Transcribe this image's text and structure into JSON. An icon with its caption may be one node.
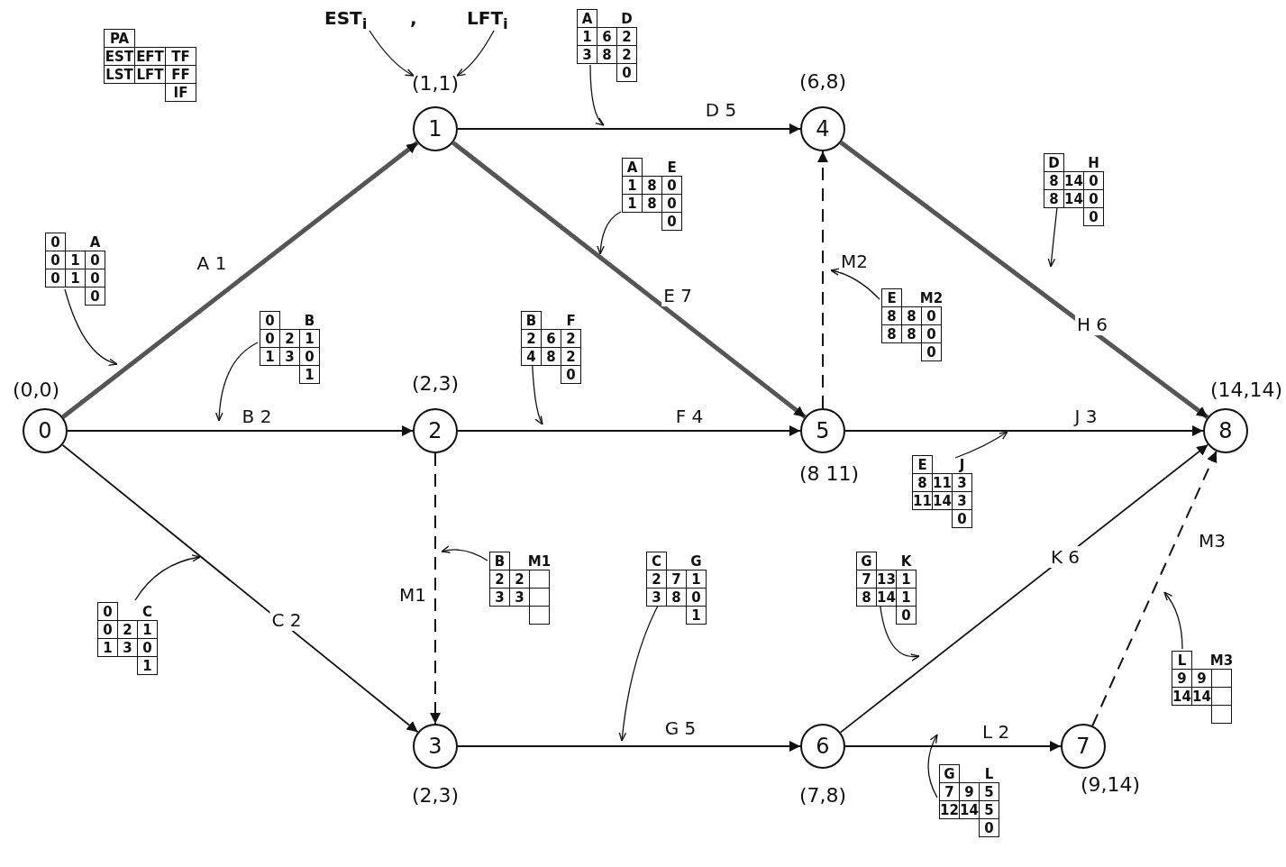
{
  "diagram": {
    "nodes": [
      {
        "text": [
          "0"
        ],
        "beside": [
          "(0,0)"
        ]
      },
      {
        "text": [
          "1"
        ],
        "beside": [
          "(1,1)"
        ]
      },
      {
        "text": [
          "2"
        ],
        "beside": [
          "(2,3)"
        ]
      },
      {
        "text": [
          "3"
        ],
        "beside": [
          "(2,3)"
        ]
      },
      {
        "text": [
          "4"
        ],
        "beside": [
          "(6,8)"
        ]
      },
      {
        "text": [
          "5"
        ],
        "beside": [
          "(8 11)"
        ]
      },
      {
        "text": [
          "6"
        ],
        "beside": [
          "(7,8)"
        ]
      },
      {
        "text": [
          "7"
        ],
        "beside": [
          "(9,14)"
        ]
      },
      {
        "text": [
          "8"
        ],
        "beside": [
          "(14,14)"
        ]
      },
      {
        "text": [
          "PA",
          "EST",
          "EFT",
          "TF",
          "LST",
          "LFT",
          "FF",
          "IF"
        ]
      },
      {
        "text": [
          "EST$_{i}$"
        ]
      },
      {
        "text": [
          "LFT$_{i}$"
        ]
      },
      {
        "text": [
          "0",
          "A",
          "0",
          "1",
          "0",
          "0",
          "1",
          "0",
          "0"
        ]
      },
      {
        "text": [
          "0",
          "B",
          "0",
          "2",
          "1",
          "1",
          "3",
          "0",
          "1"
        ]
      },
      {
        "text": [
          "0",
          "C",
          "0",
          "2",
          "1",
          "1",
          "3",
          "0",
          "1"
        ]
      },
      {
        "text": [
          "A",
          "D",
          "1",
          "6",
          "2",
          "3",
          "8",
          "2",
          "0"
        ]
      },
      {
        "text": [
          "A",
          "E",
          "1",
          "8",
          "0",
          "1",
          "8",
          "0",
          "0"
        ]
      },
      {
        "text": [
          "B",
          "F",
          "2",
          "6",
          "2",
          "4",
          "8",
          "2",
          "0"
        ]
      },
      {
        "text": [
          "B",
          "M1",
          "2",
          "2",
          "3",
          "3"
        ]
      },
      {
        "text": [
          "C",
          "G",
          "2",
          "7",
          "1",
          "3",
          "8",
          "0",
          "1"
        ]
      },
      {
        "text": [
          "E",
          "M2",
          "8",
          "8",
          "0",
          "8",
          "8",
          "0",
          "0"
        ]
      },
      {
        "text": [
          "D",
          "H",
          "8",
          "14",
          "0",
          "8",
          "14",
          "0",
          "0"
        ]
      },
      {
        "text": [
          "E",
          "J",
          "8",
          "11",
          "3",
          "11",
          "14",
          "3",
          "0"
        ]
      },
      {
        "text": [
          "G",
          "K",
          "7",
          "13",
          "1",
          "8",
          "14",
          "1",
          "0"
        ]
      },
      {
        "text": [
          "G",
          "L",
          "7",
          "9",
          "5",
          "12",
          "14",
          "5",
          "0"
        ]
      },
      {
        "text": [
          "L",
          "M3",
          "9",
          "9",
          "14",
          "14"
        ]
      }
    ],
    "edges": [
      {
        "from": 0,
        "to": 1,
        "arrow": "to",
        "label": "A 1",
        "style": "thick"
      },
      {
        "from": 0,
        "to": 2,
        "arrow": "to",
        "label": "B 2"
      },
      {
        "from": 0,
        "to": 3,
        "arrow": "to",
        "label": "C 2"
      },
      {
        "from": 1,
        "to": 4,
        "arrow": "to",
        "label": "D 5"
      },
      {
        "from": 1,
        "to": 5,
        "arrow": "to",
        "label": "E 7",
        "style": "thick"
      },
      {
        "from": 2,
        "to": 5,
        "arrow": "to",
        "label": "F 4"
      },
      {
        "from": 2,
        "to": 3,
        "arrow": "to",
        "label": "M1",
        "style": "dashed"
      },
      {
        "from": 3,
        "to": 6,
        "arrow": "to",
        "label": "G 5"
      },
      {
        "from": 5,
        "to": 4,
        "arrow": "to",
        "label": "M2",
        "style": "dashed"
      },
      {
        "from": 4,
        "to": 8,
        "arrow": "to",
        "label": "H 6",
        "style": "thick"
      },
      {
        "from": 5,
        "to": 8,
        "arrow": "to",
        "label": "J 3"
      },
      {
        "from": 6,
        "to": 8,
        "arrow": "to",
        "label": "K 6"
      },
      {
        "from": 6,
        "to": 7,
        "arrow": "to",
        "label": "L 2"
      },
      {
        "from": 7,
        "to": 8,
        "arrow": "to",
        "label": "M3",
        "style": "dashed"
      },
      {
        "from": 10,
        "to": 1,
        "arrow": "to"
      },
      {
        "from": 11,
        "to": 1,
        "arrow": "to"
      },
      {
        "from": 12,
        "to": null,
        "arrow": "to"
      },
      {
        "from": 13,
        "to": null,
        "arrow": "to"
      },
      {
        "from": 14,
        "to": null,
        "arrow": "to"
      },
      {
        "from": 15,
        "to": null,
        "arrow": "to"
      },
      {
        "from": 16,
        "to": null,
        "arrow": "to"
      },
      {
        "from": 17,
        "to": null,
        "arrow": "to"
      },
      {
        "from": 18,
        "to": null,
        "arrow": "to"
      },
      {
        "from": 19,
        "to": null,
        "arrow": "to"
      },
      {
        "from": 20,
        "to": null,
        "arrow": "to"
      },
      {
        "from": 21,
        "to": null,
        "arrow": "to"
      },
      {
        "from": 22,
        "to": null,
        "arrow": "to"
      },
      {
        "from": 23,
        "to": null,
        "arrow": "to"
      },
      {
        "from": 24,
        "to": null,
        "arrow": "to"
      },
      {
        "from": 25,
        "to": null,
        "arrow": "to"
      }
    ],
    "labels": [
      ","
    ]
  }
}
